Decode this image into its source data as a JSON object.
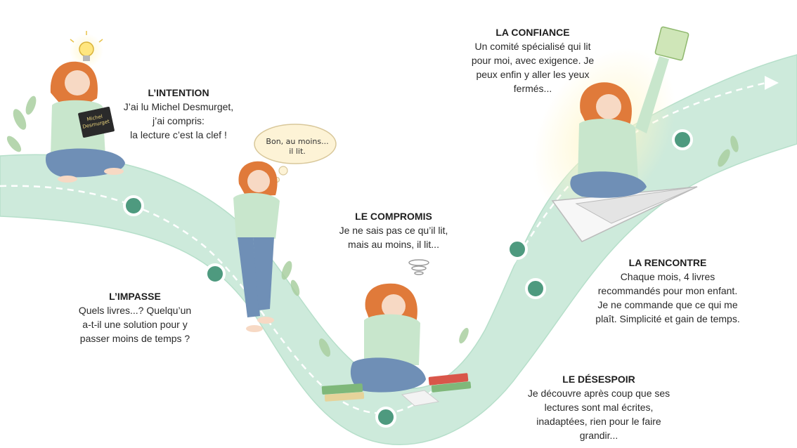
{
  "steps": [
    {
      "id": "intention",
      "title": "L’INTENTION",
      "text": "J’ai lu Michel Desmurget,\nj’ai compris:\nla lecture c’est la clef !"
    },
    {
      "id": "impasse",
      "title": "L’IMPASSE",
      "text": "Quels livres...? Quelqu’un\na-t-il une solution pour y\npasser moins de temps ?"
    },
    {
      "id": "compromis",
      "title": "LE COMPROMIS",
      "text": "Je ne sais pas ce qu’il lit,\nmais au moins, il lit..."
    },
    {
      "id": "desespoir",
      "title": "LE DÉSESPOIR",
      "text": "Je découvre après coup que ses\nlectures sont mal écrites,\ninadaptées, rien pour le faire\ngrandir..."
    },
    {
      "id": "rencontre",
      "title": "LA RENCONTRE",
      "text": "Chaque mois, 4 livres\nrecommandés pour mon enfant.\nJe ne commande que ce qui me\nplaît. Simplicité et gain de temps."
    },
    {
      "id": "confiance",
      "title": "LA CONFIANCE",
      "text": "Un comité spécialisé qui lit\npour moi, avec exigence. Je\npeux enfin y aller les yeux\nfermés..."
    }
  ],
  "thought_bubble": "Bon, au moins...\nil lit.",
  "book_cover": "Michel\nDesmurget",
  "colors": {
    "road": "#cdeadb",
    "road_edge": "#b6dfca",
    "dash": "#ffffff",
    "node_fill": "#4e9a7f",
    "node_ring": "#ffffff",
    "hair": "#e07a3a",
    "sweater": "#c8e6cc",
    "jeans": "#6f8fb6",
    "foliage": "#a9cfa0"
  }
}
